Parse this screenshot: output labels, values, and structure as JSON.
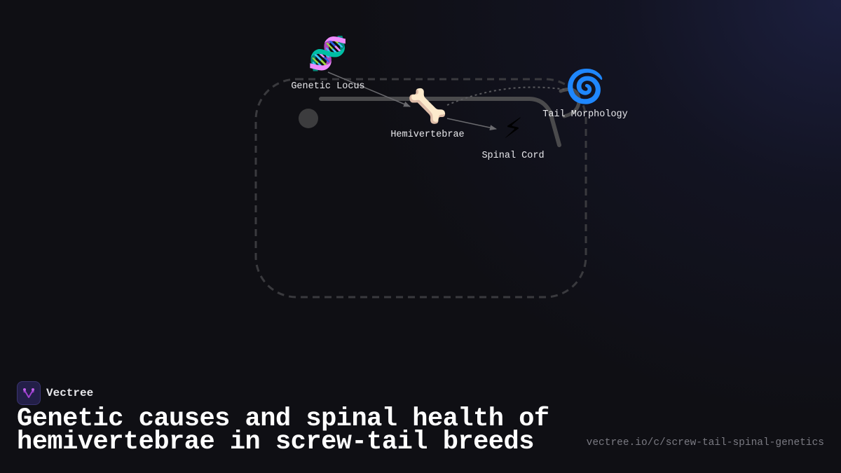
{
  "diagram": {
    "nodes": [
      {
        "id": "genetic-locus",
        "label": "Genetic Locus",
        "icon": "dna-icon",
        "glyph": "🧬"
      },
      {
        "id": "hemivertebrae",
        "label": "Hemivertebrae",
        "icon": "bone-icon",
        "glyph": "🦴"
      },
      {
        "id": "spinal-cord",
        "label": "Spinal Cord",
        "icon": "lightning-icon",
        "glyph": "⚡"
      },
      {
        "id": "tail-morphology",
        "label": "Tail Morphology",
        "icon": "spiral-icon",
        "glyph": "🌀"
      }
    ],
    "edges": [
      {
        "from": "genetic-locus",
        "to": "hemivertebrae",
        "style": "solid-arrow"
      },
      {
        "from": "hemivertebrae",
        "to": "spinal-cord",
        "style": "solid-arrow"
      },
      {
        "from": "hemivertebrae",
        "to": "tail-morphology",
        "style": "dotted-arrow"
      }
    ],
    "colors": {
      "background": "#0f0f14",
      "edge": "#5a5a5e",
      "frame": "#3a3a3e",
      "spine": "#4a4a4c"
    }
  },
  "brand": {
    "name": "Vectree",
    "logo_color": "#a040d0"
  },
  "title": "Genetic causes and spinal health of hemivertebrae in screw-tail breeds",
  "url": "vectree.io/c/screw-tail-spinal-genetics"
}
